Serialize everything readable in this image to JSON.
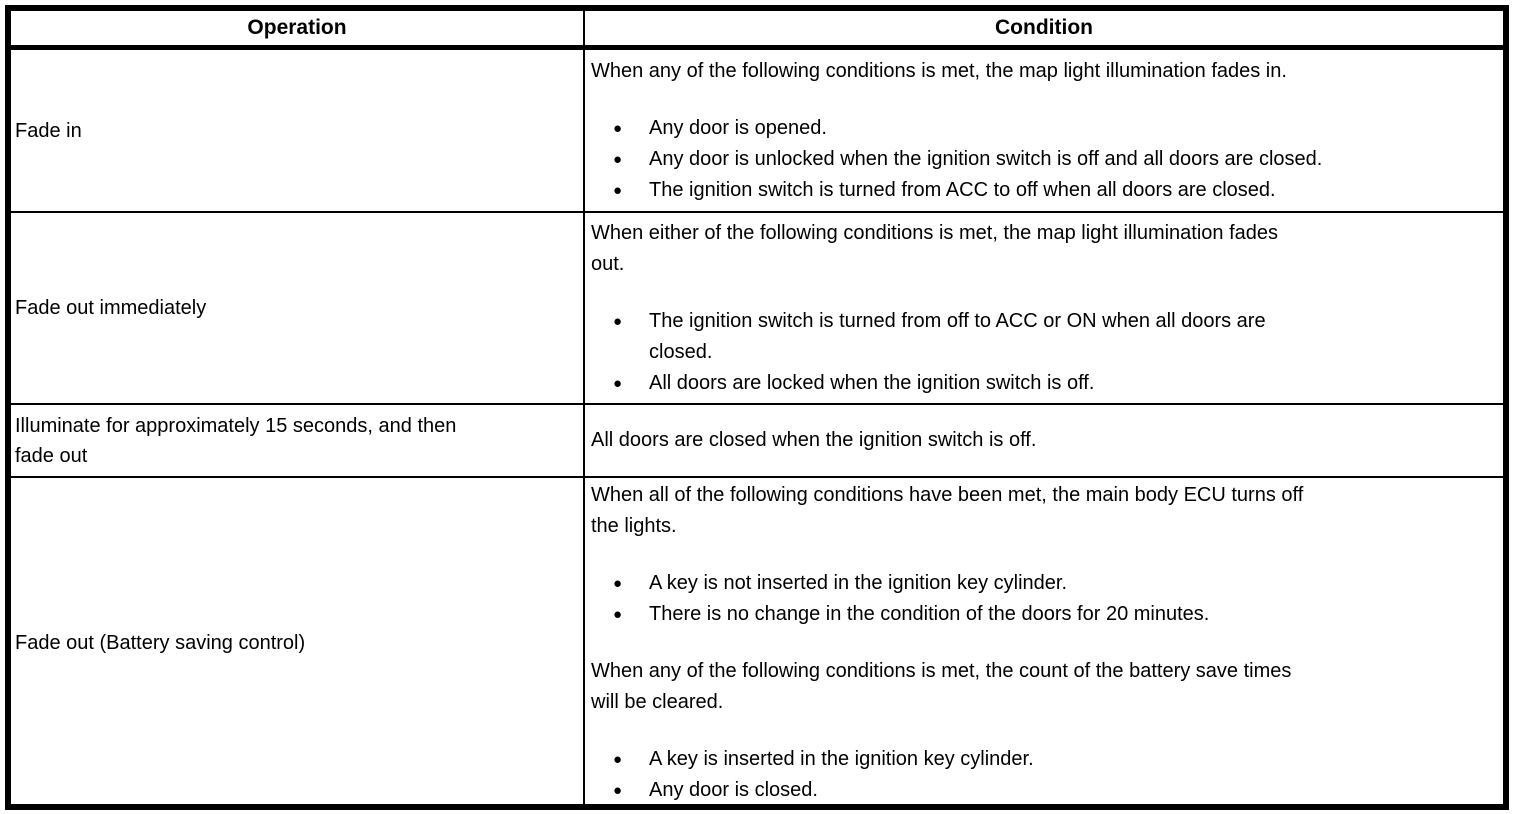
{
  "colors": {
    "border": "#000000",
    "background": "#ffffff",
    "text": "#000000"
  },
  "icons": {
    "bullet": "●"
  },
  "table": {
    "headers": {
      "operation": "Operation",
      "condition": "Condition"
    },
    "rows": [
      {
        "operation": "Fade in",
        "condition": {
          "intro": "When any of the following conditions is met, the map light illumination fades in.",
          "bullets": [
            "Any door is opened.",
            "Any door is unlocked when the ignition switch is off and all doors are closed.",
            "The ignition switch is turned from ACC to off when all doors are closed."
          ]
        }
      },
      {
        "operation": "Fade out immediately",
        "condition": {
          "intro": "When either of the following conditions is met, the map light illumination fades\nout.",
          "bullets": [
            "The ignition switch is turned from off to ACC or ON when all doors are\nclosed.",
            "All doors are locked when the ignition switch is off."
          ]
        }
      },
      {
        "operation": "Illuminate for approximately 15 seconds, and then\nfade out",
        "condition": {
          "intro": "All doors are closed when the ignition switch is off."
        }
      },
      {
        "operation": "Fade out (Battery saving control)",
        "condition": {
          "intro": "When all of the following conditions have been met, the main body ECU turns off\nthe lights.",
          "bullets": [
            "A key is not inserted in the ignition key cylinder.",
            "There is no change in the condition of the doors for 20 minutes."
          ],
          "intro2": "When any of the following conditions is met, the count of the battery save times\nwill be cleared.",
          "bullets2": [
            "A key is inserted in the ignition key cylinder.",
            "Any door is closed."
          ]
        }
      }
    ]
  }
}
